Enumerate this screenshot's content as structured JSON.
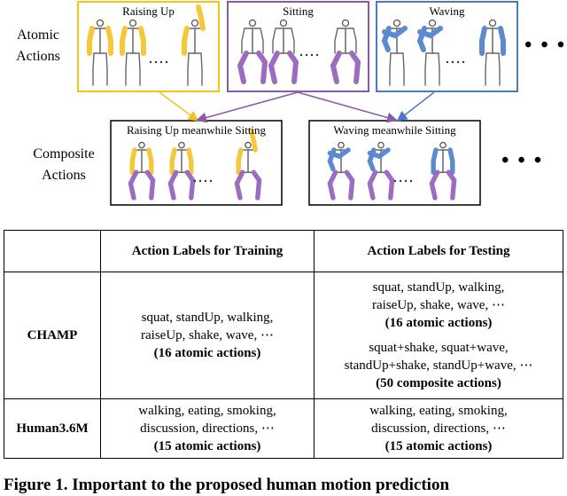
{
  "figure": {
    "atomic_label": [
      "Atomic",
      "Actions"
    ],
    "composite_label": [
      "Composite",
      "Actions"
    ],
    "atomic_panels": [
      {
        "title": "Raising Up",
        "color": "#f0c020"
      },
      {
        "title": "Sitting",
        "color": "#7e4fa0"
      },
      {
        "title": "Waving",
        "color": "#3b6fb6"
      }
    ],
    "composite_panels": [
      {
        "title": "Raising Up meanwhile Sitting"
      },
      {
        "title": "Waving meanwhile Sitting"
      }
    ],
    "ellipsis": "• • •",
    "row_ellipsis": "· · ·",
    "colors": {
      "yellow": "#f3c419",
      "purple": "#8a5aa8",
      "blue": "#4a7ac4",
      "yellow_fill": "#f5c838",
      "purple_fill": "#9b6cc0",
      "blue_fill": "#5b8ad0"
    }
  },
  "table": {
    "headers": [
      "",
      "Action Labels for Training",
      "Action Labels for Testing"
    ],
    "rows": [
      {
        "dataset": "CHAMP",
        "training": {
          "lines": [
            "squat, standUp, walking,",
            "raiseUp, shake, wave, ⋯"
          ],
          "count": "(16 atomic actions)"
        },
        "testing": [
          {
            "lines": [
              "squat, standUp, walking,",
              "raiseUp, shake, wave, ⋯"
            ],
            "count": "(16 atomic actions)"
          },
          {
            "lines": [
              "squat+shake, squat+wave,",
              "standUp+shake, standUp+wave, ⋯"
            ],
            "count": "(50 composite actions)"
          }
        ]
      },
      {
        "dataset": "Human3.6M",
        "training": {
          "lines": [
            "walking, eating, smoking,",
            "discussion, directions, ⋯"
          ],
          "count": "(15 atomic actions)"
        },
        "testing": [
          {
            "lines": [
              "walking, eating, smoking,",
              "discussion, directions, ⋯"
            ],
            "count": "(15 atomic actions)"
          }
        ]
      }
    ]
  },
  "caption": "Figure 1. Important to the proposed human motion prediction"
}
